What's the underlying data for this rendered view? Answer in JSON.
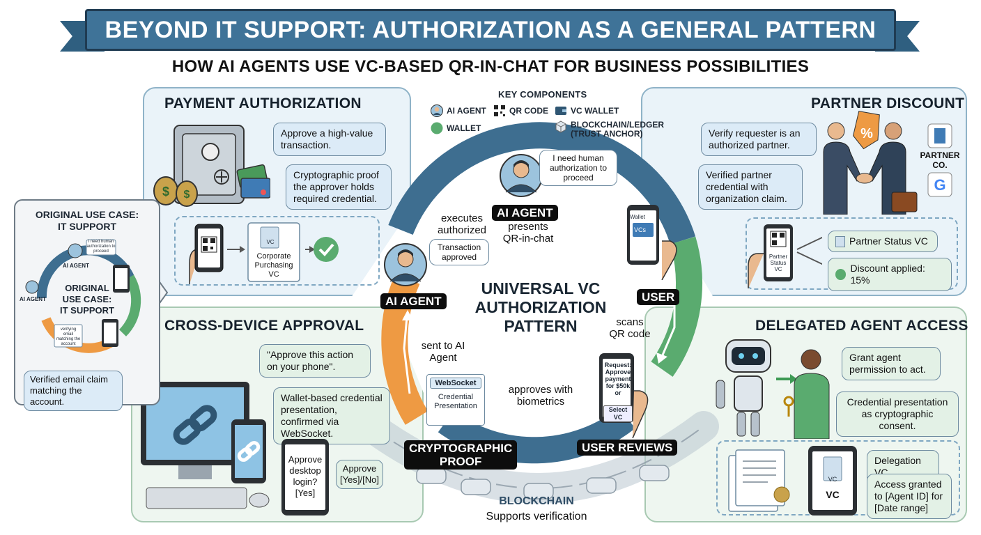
{
  "header": {
    "title": "BEYOND IT SUPPORT: AUTHORIZATION AS A GENERAL PATTERN",
    "subtitle": "HOW AI AGENTS USE VC-BASED QR-IN-CHAT FOR BUSINESS POSSIBILITIES"
  },
  "legend": {
    "title": "KEY COMPONENTS",
    "ai_agent": "AI AGENT",
    "qr_code": "QR CODE",
    "vc_wallet": "VC WALLET",
    "wallet": "WALLET",
    "blockchain": "BLOCKCHAIN/LEDGER",
    "trust_anchor": "(TRUST ANCHOR)"
  },
  "center": {
    "title_line1": "UNIVERSAL VC",
    "title_line2": "AUTHORIZATION",
    "title_line3": "PATTERN",
    "ai_agent_top": "AI AGENT",
    "ai_agent_left": "AI AGENT",
    "user": "USER",
    "user_reviews": "USER REVIEWS",
    "crypto_proof_line1": "CRYPTOGRAPHIC",
    "crypto_proof_line2": "PROOF",
    "speech_need": "I need human authorization to proceed",
    "transaction_approved": "Transaction approved",
    "executes": "executes authorized",
    "presents": "presents QR-in-chat",
    "scans": "scans QR code",
    "approves": "approves with biometrics",
    "sent_to": "sent to AI Agent",
    "phone_request": "Request: Approve payment for $50k or",
    "select_vc": "Select VC",
    "wallet_label": "Wallet",
    "vcs_label": "VCs",
    "websocket": "WebSocket",
    "credential_presentation": "Credential Presentation",
    "blockchain": "BLOCKCHAIN",
    "supports": "Supports verification"
  },
  "payment": {
    "title": "PAYMENT AUTHORIZATION",
    "callout1": "Approve a high-value transaction.",
    "callout2": "Cryptographic proof the approver holds required credential.",
    "vc_card": "Corporate Purchasing VC",
    "vc_badge": "VC"
  },
  "partner": {
    "title": "PARTNER DISCOUNT",
    "callout1": "Verify requester is an authorized partner.",
    "callout2": "Verified partner credential with organization claim.",
    "partner_co": "PARTNER CO.",
    "phone_label": "Partner Status VC",
    "status_vc": "Partner Status VC",
    "discount": "Discount applied: 15%"
  },
  "cross": {
    "title": "CROSS-DEVICE APPROVAL",
    "callout1": "\"Approve this action on your phone\".",
    "callout2": "Wallet-based credential presentation, confirmed via WebSocket.",
    "phone_text": "Approve desktop login? [Yes]",
    "approve_opts": "Approve [Yes]/[No]"
  },
  "delegated": {
    "title": "DELEGATED AGENT ACCESS",
    "callout1": "Grant agent permission to act.",
    "callout2": "Credential presentation as cryptographic consent.",
    "delegation_vc": "Delegation VC",
    "access": "Access granted to [Agent ID] for [Date range]",
    "vc_badge": "VC",
    "vc_label": "VC"
  },
  "original": {
    "title_line1": "ORIGINAL USE CASE:",
    "title_line2": "IT SUPPORT",
    "center_line1": "ORIGINAL",
    "center_line2": "USE CASE:",
    "center_line3": "IT SUPPORT",
    "ai_agent_top": "AI AGENT",
    "ai_agent_left": "AI AGENT",
    "mini_speech": "I need human authorization to proceed",
    "mini_doc": "verifying email matching the account",
    "verified": "Verified email claim matching the account."
  },
  "colors": {
    "banner": "#3f7398",
    "ring_blue": "#3e6e90",
    "ring_green": "#5aab6f",
    "ring_orange": "#ee9a43",
    "panel_blue": "#eaf3f9",
    "panel_green": "#eef6f0"
  }
}
